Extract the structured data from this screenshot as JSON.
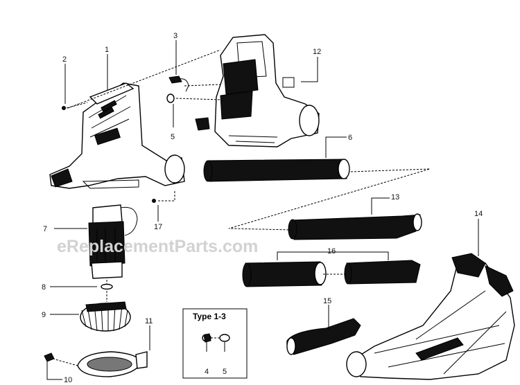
{
  "watermark": "eReplacementParts.com",
  "inset": {
    "title": "Type 1-3",
    "labels": [
      "4",
      "5"
    ]
  },
  "callouts": [
    "1",
    "2",
    "3",
    "5",
    "12",
    "6",
    "7",
    "17",
    "13",
    "14",
    "16",
    "8",
    "9",
    "15",
    "11",
    "10"
  ]
}
